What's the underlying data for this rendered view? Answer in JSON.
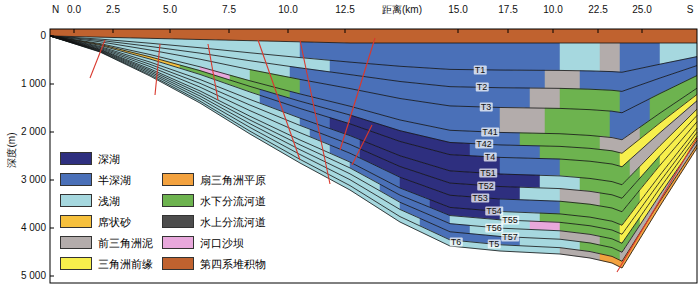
{
  "diagram": {
    "labels": [
      "N",
      "0.0",
      "2.5",
      "5.0",
      "7.5",
      "10.0",
      "12.5",
      "距离(km)",
      "15.0",
      "17.5",
      "10.0",
      "22.5",
      "25.0",
      "S",
      "0",
      "1 000",
      "2 000",
      "3 000",
      "4 000",
      "5 000",
      "深度(m)",
      "T1",
      "T2",
      "T3",
      "T41",
      "T42",
      "T4",
      "T51",
      "T52",
      "T53",
      "T54",
      "T55",
      "T56",
      "T57",
      "T5",
      "T6"
    ],
    "legend": [
      {
        "text": "深湖",
        "color": "#2e2f7f"
      },
      {
        "text": "半深湖",
        "color": "#4a70b8"
      },
      {
        "text": "浅湖",
        "color": "#a6d8df"
      },
      {
        "text": "席状砂",
        "color": "#f6c03c"
      },
      {
        "text": "前三角洲泥",
        "color": "#b3acab"
      },
      {
        "text": "三角洲前缘",
        "color": "#f7ef4c"
      },
      {
        "text": "扇三角洲平原",
        "color": "#f3a23f"
      },
      {
        "text": "水下分流河道",
        "color": "#6db34f"
      },
      {
        "text": "水上分流河道",
        "color": "#4d4d4d"
      },
      {
        "text": "河口沙坝",
        "color": "#e8a8dc"
      },
      {
        "text": "第四系堆积物",
        "color": "#c0622f"
      }
    ]
  }
}
